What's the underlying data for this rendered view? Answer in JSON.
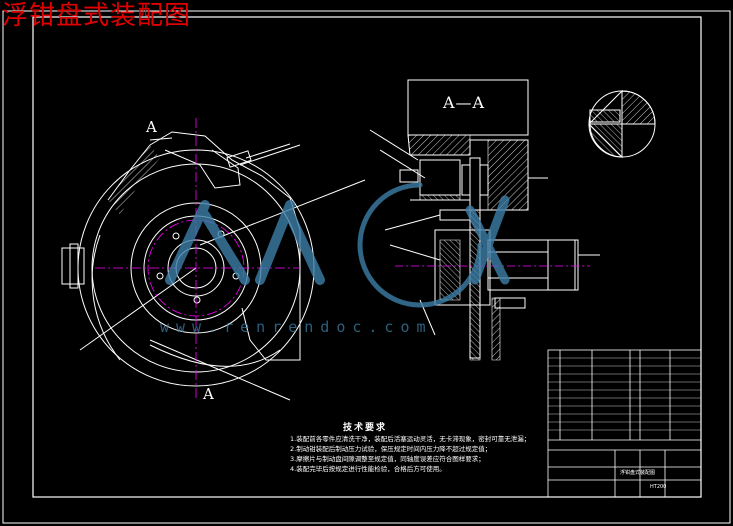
{
  "title": "浮钳盘式装配图",
  "section_labels": {
    "a_top": "A",
    "a_bottom": "A",
    "section_view": "A—A"
  },
  "technical_requirements": {
    "heading": "技术要求",
    "notes": [
      "1.装配前各零件应清洗干净，装配后活塞运动灵活，无卡滞现象，密封可靠无泄漏；",
      "2.制动钳装配后制动压力试验，保压规定时间内压力降不超过规定值；",
      "3.摩擦片与制动盘间隙调整至规定值，同轴度误差应符合图样要求；",
      "4.装配完毕后按规定进行性能检验，合格后方可使用。"
    ]
  },
  "watermark": "www.renrendoc.com",
  "title_block": {
    "material": "HT200",
    "drawing_name": "浮钳盘式装配图"
  },
  "colors": {
    "title": "#e00000",
    "lines": "#ffffff",
    "centerline": "#ff00ff",
    "watermark": "#3d7fa8"
  }
}
